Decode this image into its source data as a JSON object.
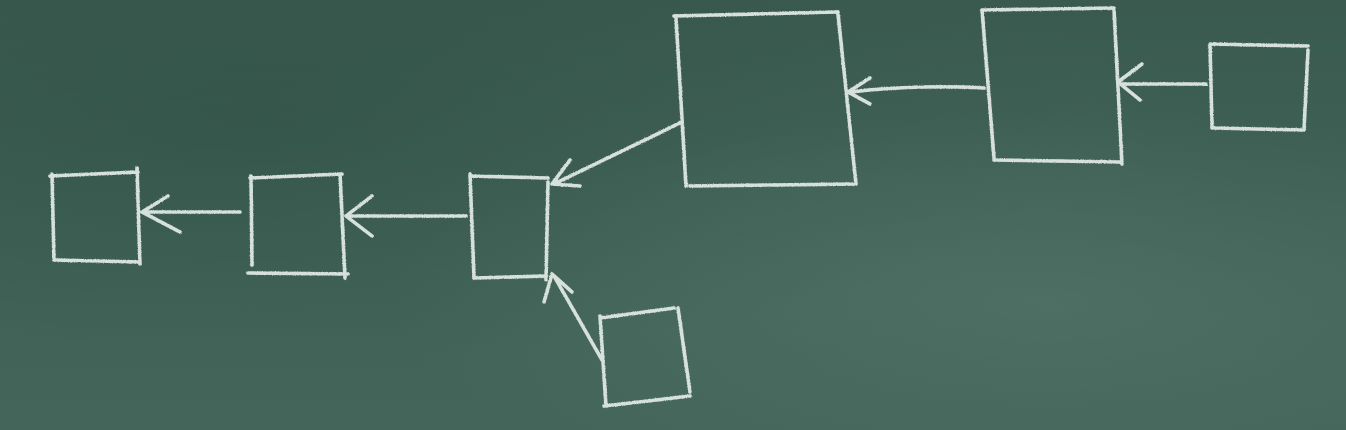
{
  "diagram": {
    "style": "chalk drawing on green chalkboard",
    "colors": {
      "board": "#3f6155",
      "chalk": "#e4ece8"
    },
    "nodes": [
      {
        "id": "box-a",
        "label": ""
      },
      {
        "id": "box-b",
        "label": ""
      },
      {
        "id": "box-c",
        "label": ""
      },
      {
        "id": "box-d",
        "label": ""
      },
      {
        "id": "box-e",
        "label": ""
      },
      {
        "id": "box-f",
        "label": ""
      },
      {
        "id": "box-g",
        "label": ""
      }
    ],
    "edges": [
      {
        "from": "box-g",
        "to": "box-f"
      },
      {
        "from": "box-f",
        "to": "box-e"
      },
      {
        "from": "box-e",
        "to": "box-c"
      },
      {
        "from": "box-d",
        "to": "box-c"
      },
      {
        "from": "box-c",
        "to": "box-b"
      },
      {
        "from": "box-b",
        "to": "box-a"
      }
    ]
  }
}
